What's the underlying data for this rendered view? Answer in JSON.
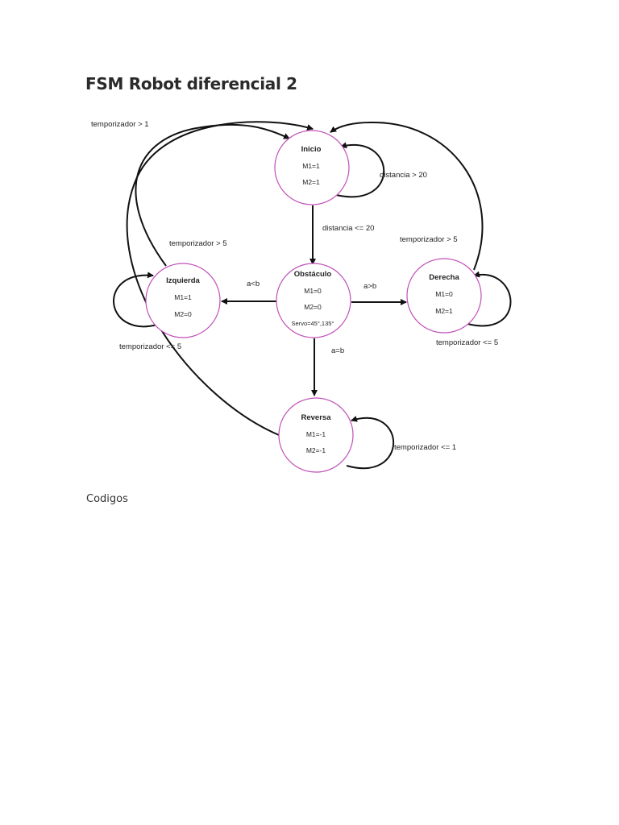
{
  "document": {
    "title": "FSM Robot diferencial 2",
    "section_heading": "Codigos"
  },
  "diagram": {
    "states": {
      "inicio": {
        "name": "Inicio",
        "line1": "M1=1",
        "line2": "M2=1"
      },
      "obstaculo": {
        "name": "Obstáculo",
        "line1": "M1=0",
        "line2": "M2=0",
        "line3": "Servo=45°,135°"
      },
      "izquierda": {
        "name": "Izquierda",
        "line1": "M1=1",
        "line2": "M2=0"
      },
      "derecha": {
        "name": "Derecha",
        "line1": "M1=0",
        "line2": "M2=1"
      },
      "reversa": {
        "name": "Reversa",
        "line1": "M1=-1",
        "line2": "M2=-1"
      }
    },
    "transitions": {
      "inicio_self": "distancia > 20",
      "inicio_to_obstaculo": "distancia <= 20",
      "obstaculo_to_izquierda": "a<b",
      "obstaculo_to_derecha": "a>b",
      "obstaculo_to_reversa": "a=b",
      "izquierda_to_inicio": "temporizador > 5",
      "izquierda_self": "temporizador <= 5",
      "derecha_to_inicio": "temporizador > 5",
      "derecha_self": "temporizador <= 5",
      "reversa_to_inicio": "temporizador > 1",
      "reversa_self": "temporizador <= 1"
    }
  }
}
